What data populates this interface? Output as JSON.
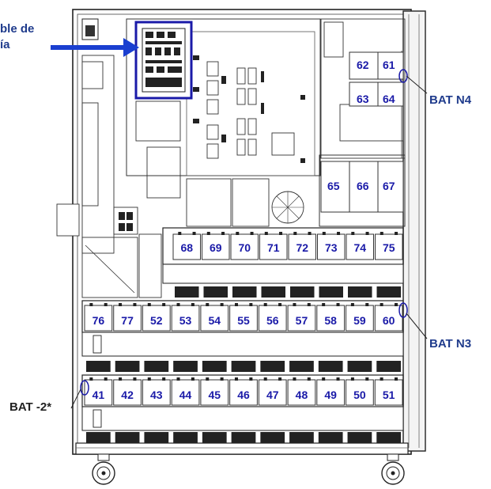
{
  "callouts": {
    "top_left_line1": "ble de",
    "top_left_line2": "ía",
    "bat_n4": "BAT N4",
    "bat_n3": "BAT N3",
    "bat_2": "BAT -2*"
  },
  "battery_rows": {
    "top_right_pairs": [
      "62",
      "61",
      "63",
      "64"
    ],
    "row_65_67": [
      "65",
      "66",
      "67"
    ],
    "row_68_75": [
      "68",
      "69",
      "70",
      "71",
      "72",
      "73",
      "74",
      "75"
    ],
    "row_76_60": [
      "76",
      "77",
      "52",
      "53",
      "54",
      "55",
      "56",
      "57",
      "58",
      "59",
      "60"
    ],
    "row_41_51": [
      "41",
      "42",
      "43",
      "44",
      "45",
      "46",
      "47",
      "48",
      "49",
      "50",
      "51"
    ]
  },
  "colors": {
    "highlight": "#1a1aa8",
    "callout_text": "#1f3b8c",
    "arrow": "#1a3fd0",
    "line": "#222222"
  }
}
